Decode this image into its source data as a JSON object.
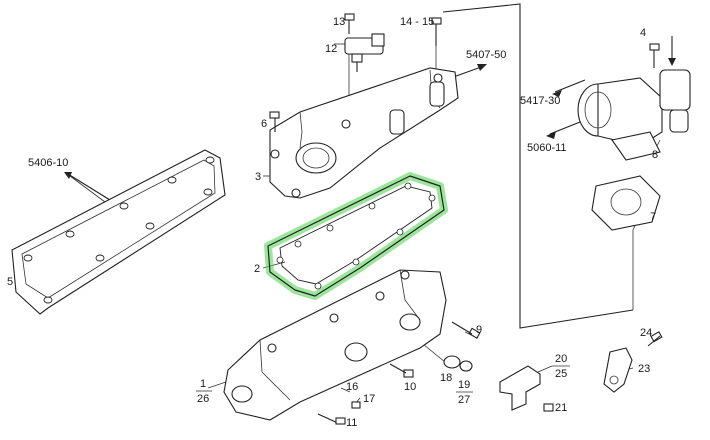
{
  "labels": {
    "p13": "13",
    "p14_15": "14 - 15",
    "p12": "12",
    "ref5407": "5407-50",
    "p6": "6",
    "p3": "3",
    "ref5406": "5406-10",
    "p5": "5",
    "p2": "2",
    "p4": "4",
    "ref5417": "5417-30",
    "ref5060": "5060-11",
    "p8": "8",
    "p7": "7",
    "p9": "9",
    "p24": "24",
    "p23": "23",
    "f1_num": "1",
    "f1_den": "26",
    "p16": "16",
    "p17": "17",
    "p11": "11",
    "p10": "10",
    "p18": "18",
    "f19_num": "19",
    "f19_den": "27",
    "f20_num": "20",
    "f20_den": "25",
    "p21": "21"
  },
  "colors": {
    "highlight": "#4cd04c",
    "line": "#222222"
  }
}
